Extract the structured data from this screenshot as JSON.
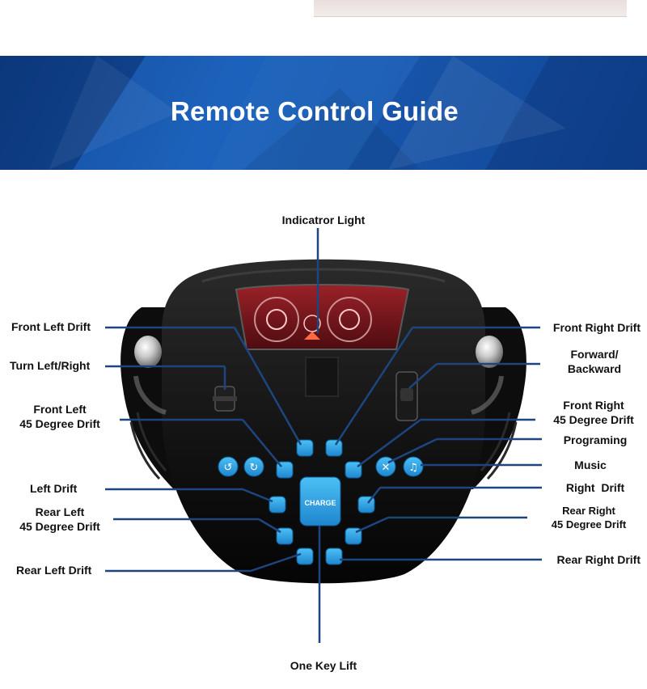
{
  "banner": {
    "title": "Remote Control Guide"
  },
  "labels": {
    "indicator_light": "Indicatror Light",
    "front_left_drift": "Front Left Drift",
    "turn_left_right": "Turn Left/Right",
    "front_left_45_line1": "Front Left",
    "front_left_45_line2": "45 Degree Drift",
    "left_drift": "Left Drift",
    "rear_left_45_line1": "Rear Left",
    "rear_left_45_line2": "45 Degree Drift",
    "rear_left_drift": "Rear Left Drift",
    "front_right_drift": "Front Right Drift",
    "forward_backward_line1": "Forward/",
    "forward_backward_line2": "Backward",
    "front_right_45_line1": "Front Right",
    "front_right_45_line2": "45 Degree Drift",
    "programing": "Programing",
    "music": "Music",
    "right_drift": "Right  Drift",
    "rear_right_45_line1": "Rear Right",
    "rear_right_45_line2": "45 Degree Drift",
    "rear_right_drift": "Rear Right Drift",
    "one_key_lift": "One Key Lift"
  },
  "remote": {
    "charge_button_label": "CHARGE",
    "colors": {
      "body": "#151515",
      "accent_blue": "#29a0e6",
      "display_red": "#8a1a1f",
      "callout_line": "#1d4680"
    }
  }
}
